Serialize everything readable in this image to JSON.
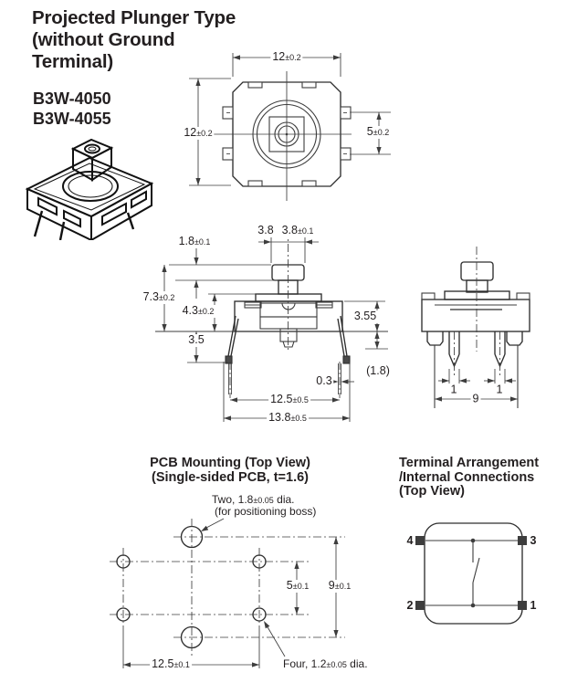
{
  "page": {
    "title_lines": [
      "Projected Plunger Type",
      "(without Ground",
      "Terminal)"
    ],
    "models": [
      "B3W-4050",
      "B3W-4055"
    ]
  },
  "colors": {
    "ink": "#231f20",
    "line": "#3d3d3d"
  },
  "top_view": {
    "width": {
      "value": "12",
      "tol": "±0.2"
    },
    "height": {
      "value": "12",
      "tol": "±0.2"
    },
    "side_tab_pitch": {
      "value": "5",
      "tol": "±0.2"
    }
  },
  "front_view": {
    "plunger_top_width": {
      "value": "3.8",
      "tol": ""
    },
    "plunger_width": {
      "value": "3.8",
      "tol": "±0.1"
    },
    "plunger_height": {
      "value": "1.8",
      "tol": "±0.1"
    },
    "total_height": {
      "value": "7.3",
      "tol": "±0.2"
    },
    "body_height": {
      "value": "4.3",
      "tol": "±0.2"
    },
    "leg_height": {
      "value": "3.5",
      "tol": ""
    },
    "lead_thickness": {
      "value": "0.3",
      "tol": ""
    },
    "lead_span": {
      "value": "12.5",
      "tol": "±0.5"
    },
    "outer_leg_span": {
      "value": "13.8",
      "tol": "±0.5"
    }
  },
  "side_view": {
    "body_above_pcb": {
      "value": "3.55",
      "tol": ""
    },
    "below_pcb": {
      "value": "(1.8)",
      "tol": ""
    },
    "pin_width_left": {
      "value": "1",
      "tol": ""
    },
    "pin_width_right": {
      "value": "1",
      "tol": ""
    },
    "pin_row_span": {
      "value": "9",
      "tol": ""
    }
  },
  "pcb": {
    "title_lines": [
      "PCB Mounting (Top View)",
      "(Single-sided PCB, t=1.6)"
    ],
    "boss_note": {
      "p": "Two, 1.8",
      "tol": "±0.05",
      "s": " dia."
    },
    "boss_note2": "(for positioning boss)",
    "hole_note": {
      "p": "Four, 1.2",
      "tol": "±0.05",
      "s": " dia."
    },
    "hole_pitch_v": {
      "value": "5",
      "tol": "±0.1"
    },
    "boss_pitch_v": {
      "value": "9",
      "tol": "±0.1"
    },
    "hole_pitch_h": {
      "value": "12.5",
      "tol": "±0.1"
    }
  },
  "terminal": {
    "title_lines": [
      "Terminal Arrangement",
      "/Internal Connections",
      "(Top View)"
    ],
    "pin_top_left": "4",
    "pin_top_right": "3",
    "pin_bottom_left": "2",
    "pin_bottom_right": "1"
  }
}
